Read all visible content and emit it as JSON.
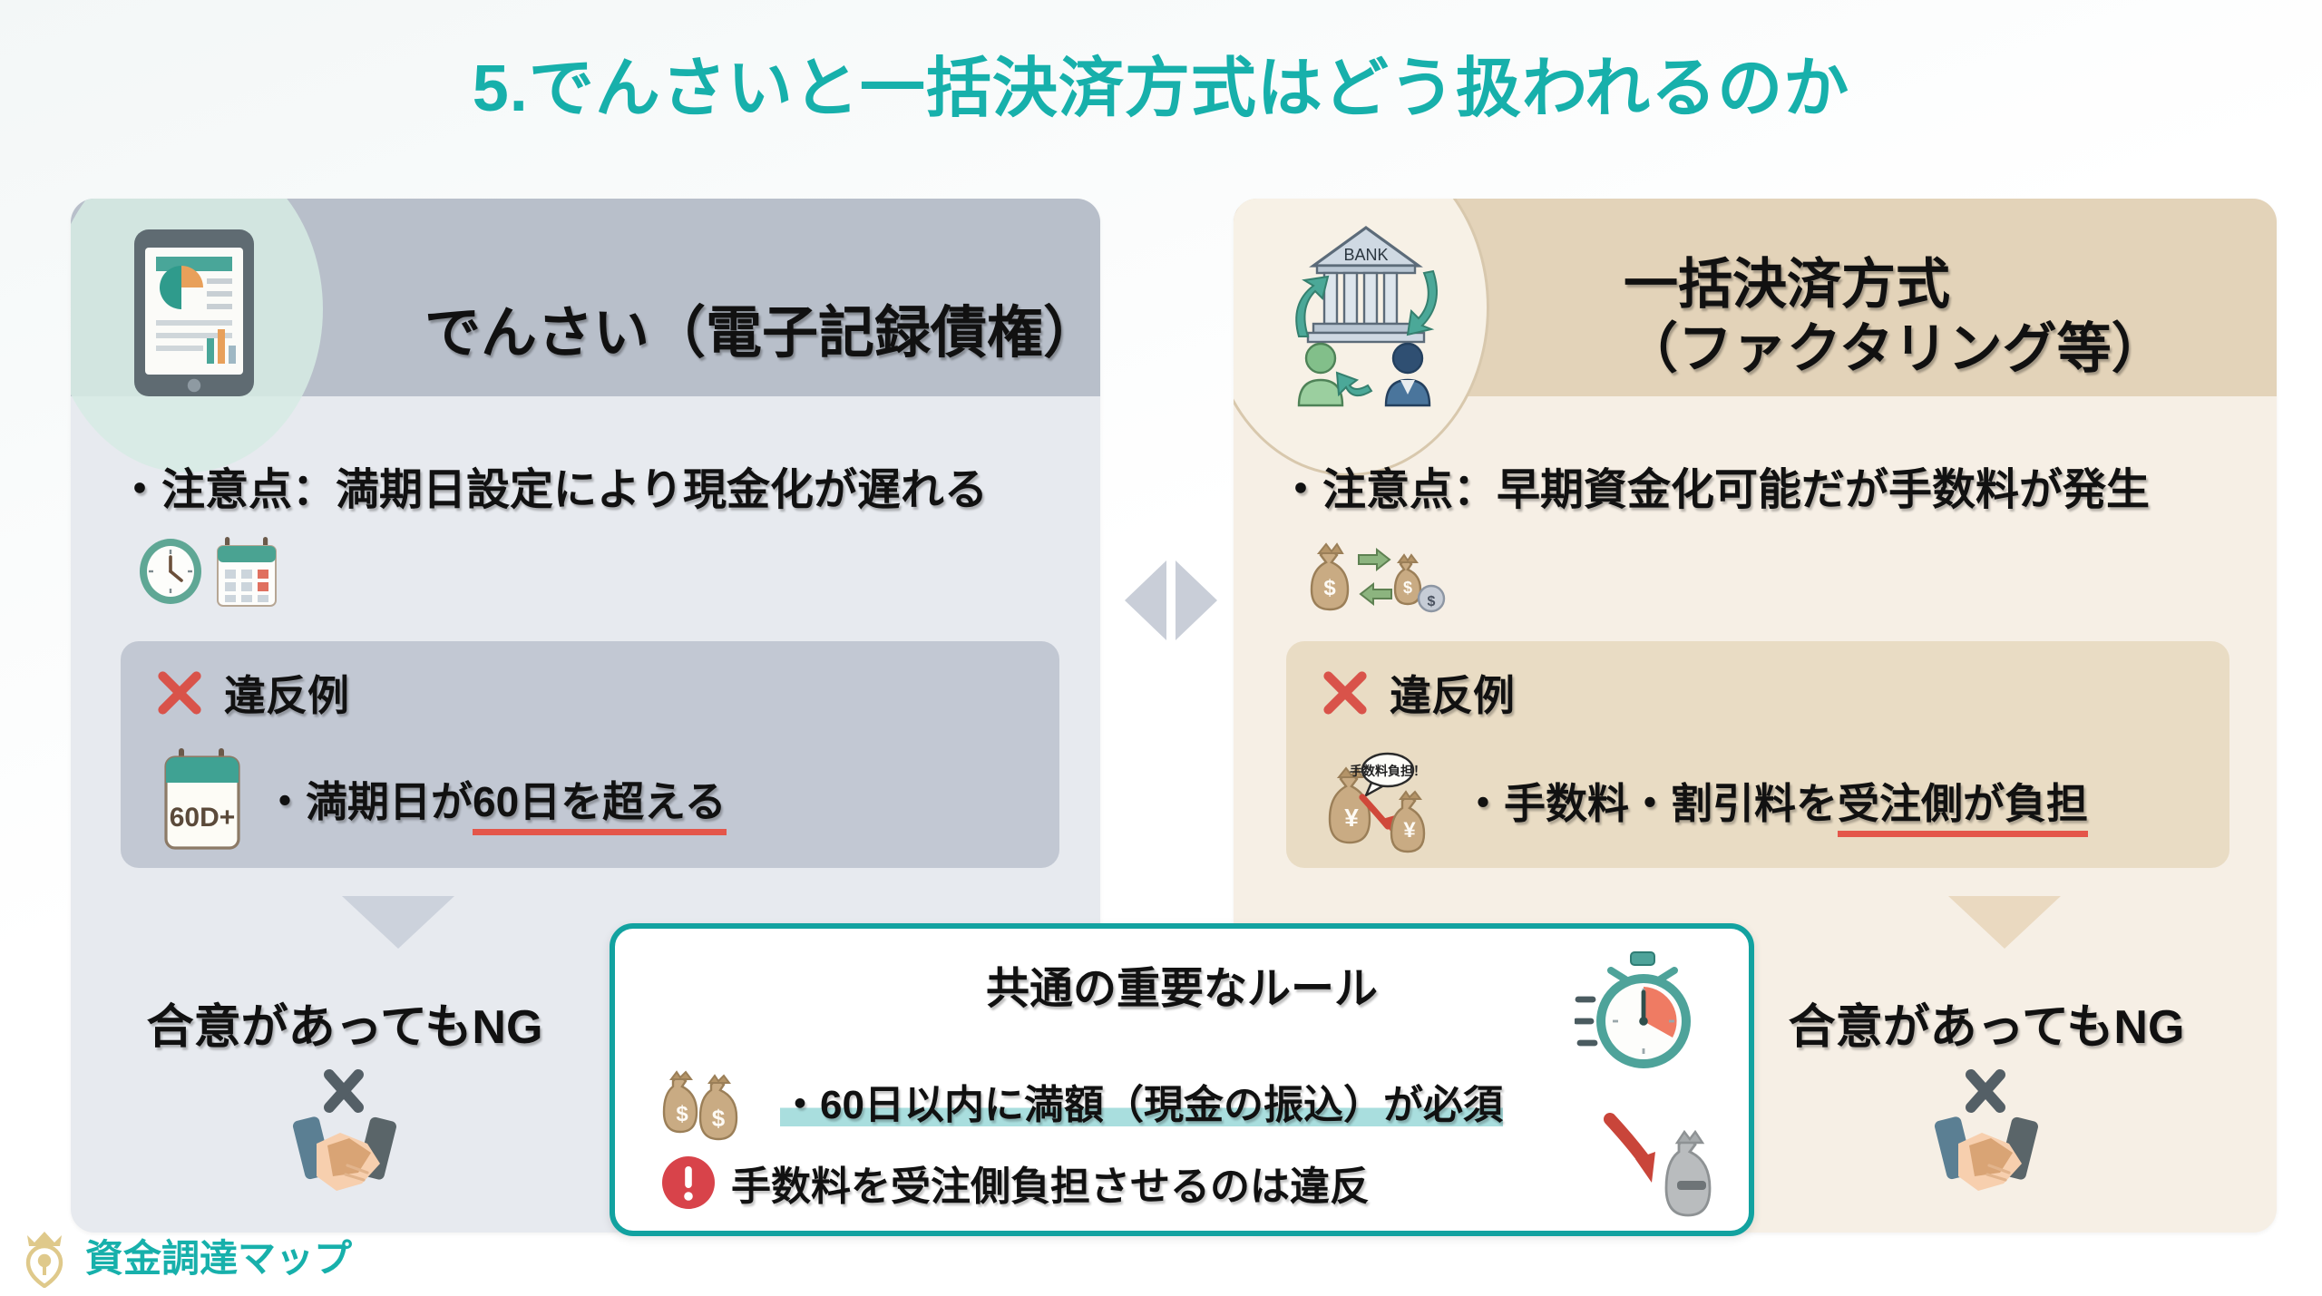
{
  "page": {
    "title": "5.でんさいと一括決済方式はどう扱われるのか",
    "accent_color": "#17b0ab"
  },
  "left_panel": {
    "header_title": "でんさい（電子記録債権）",
    "header_icon": "tablet-report-icon",
    "header_bg": "#b8bfca",
    "body_bg": "#e7eaef",
    "note": "・注意点：満期日設定により現金化が遅れる",
    "note_icons": [
      "clock-icon",
      "calendar-icon"
    ],
    "violation": {
      "mark_icon": "red-x-icon",
      "label": "違反例",
      "item_icon": "calendar-60d-icon",
      "item_icon_label": "60D+",
      "item_text_prefix": "・満期日が",
      "item_text_underlined": "60日を超える",
      "underline_color": "#e4564a",
      "bg": "#c2c8d3"
    },
    "arrow_icon": "triangle-down-icon",
    "ng_label": "合意があってもNG",
    "ng_icon": "handshake-x-icon"
  },
  "right_panel": {
    "header_title_line1": "一括決済方式",
    "header_title_line2": "（ファクタリング等）",
    "header_icon": "bank-exchange-icon",
    "header_icon_label": "BANK",
    "header_bg": "#e3d3b9",
    "body_bg": "#f6efe5",
    "note": "・注意点：早期資金化可能だが手数料が発生",
    "note_icons": [
      "money-bag-exchange-icon"
    ],
    "violation": {
      "mark_icon": "red-x-icon",
      "label": "違反例",
      "item_icon": "money-bag-fee-transfer-icon",
      "item_icon_label": "手数料負担",
      "item_text_prefix": "・手数料・割引料を",
      "item_text_underlined": "受注側が負担",
      "underline_color": "#e4564a",
      "bg": "#e9dcc4"
    },
    "arrow_icon": "triangle-down-icon",
    "ng_label": "合意があってもNG",
    "ng_icon": "handshake-x-icon"
  },
  "center": {
    "arrows_icon": "left-right-triangles-icon",
    "callout": {
      "title": "共通の重要なルール",
      "border_color": "#12a2a0",
      "row1": {
        "icon": "two-money-bags-icon",
        "text": "・60日以内に満額（現金の振込）が必須",
        "highlight_color": "#a9dede",
        "side_icon": "stopwatch-icon"
      },
      "row2": {
        "icon": "exclamation-circle-icon",
        "text": "手数料を受注側負担させるのは違反",
        "side_icon": "red-arrow-money-bag-icon"
      }
    }
  },
  "footer": {
    "logo_icon": "crown-pin-icon",
    "logo_text": "資金調達マップ",
    "logo_color": "#17b0ab"
  }
}
